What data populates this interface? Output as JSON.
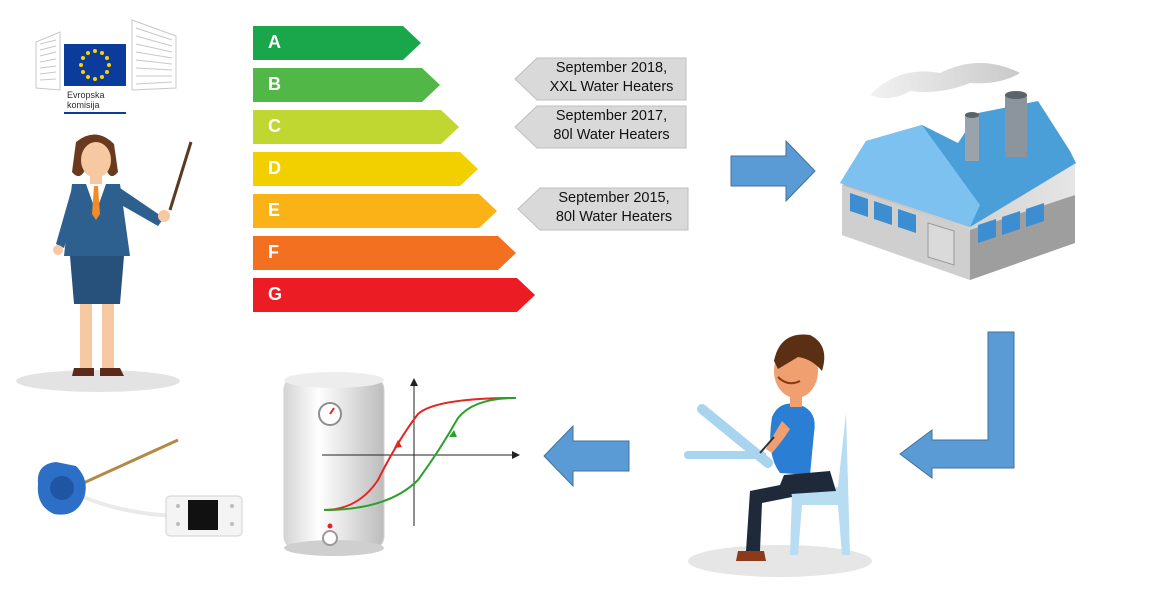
{
  "eu_logo": {
    "line1": "Evropska",
    "line2": "komisija",
    "flag_color": "#0b3b9b",
    "star_color": "#ffd200"
  },
  "energy_classes": [
    {
      "letter": "A",
      "color": "#1aa64a"
    },
    {
      "letter": "B",
      "color": "#51b747"
    },
    {
      "letter": "C",
      "color": "#bfd730"
    },
    {
      "letter": "D",
      "color": "#f2d000"
    },
    {
      "letter": "E",
      "color": "#fbb216"
    },
    {
      "letter": "F",
      "color": "#f37021"
    },
    {
      "letter": "G",
      "color": "#ec1c24"
    }
  ],
  "callouts": [
    {
      "line1": "September 2018,",
      "line2": "XXL Water Heaters"
    },
    {
      "line1": "September 2017,",
      "line2": "80l Water Heaters"
    },
    {
      "line1": "September 2015,",
      "line2": "80l Water Heaters"
    }
  ],
  "colors": {
    "flow_arrow": "#5b9bd5",
    "flow_arrow_border": "#41719c",
    "callout_fill": "#d9d9d9",
    "curve_red": "#e52521",
    "curve_green": "#2ca02c"
  },
  "icons": {
    "factory": "factory-icon",
    "engineer": "engineer-icon",
    "water_heater": "water-heater-icon",
    "thermostat": "thermostat-icon",
    "presenter": "presenter-icon"
  }
}
